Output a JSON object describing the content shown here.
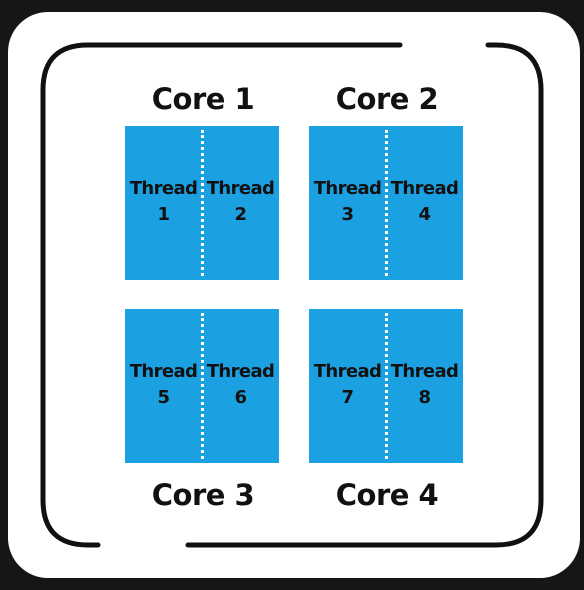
{
  "cores": [
    {
      "label": "Core 1",
      "threads": [
        {
          "word": "Thread",
          "number": "1"
        },
        {
          "word": "Thread",
          "number": "2"
        }
      ]
    },
    {
      "label": "Core 2",
      "threads": [
        {
          "word": "Thread",
          "number": "3"
        },
        {
          "word": "Thread",
          "number": "4"
        }
      ]
    },
    {
      "label": "Core 3",
      "threads": [
        {
          "word": "Thread",
          "number": "5"
        },
        {
          "word": "Thread",
          "number": "6"
        }
      ]
    },
    {
      "label": "Core 4",
      "threads": [
        {
          "word": "Thread",
          "number": "7"
        },
        {
          "word": "Thread",
          "number": "8"
        }
      ]
    }
  ],
  "colors": {
    "core_fill": "#1ba1e2",
    "background": "#161616",
    "card": "#ffffff",
    "text": "#111111"
  }
}
